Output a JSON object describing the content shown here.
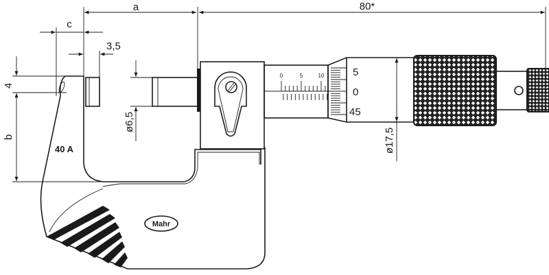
{
  "dimensions": {
    "a": "a",
    "length": "80*",
    "c": "c",
    "anvil_width": "3,5",
    "four": "4",
    "b": "b",
    "spindle_dia": "ø6,5",
    "thimble_dia": "ø17,5"
  },
  "labels": {
    "model": "40 A",
    "brand": "Mahr"
  },
  "sleeve_scale": [
    "0",
    "5",
    "10"
  ],
  "thimble_scale": [
    "5",
    "0",
    "45"
  ],
  "colors": {
    "line": "#1a1a1a",
    "background": "#ffffff"
  }
}
